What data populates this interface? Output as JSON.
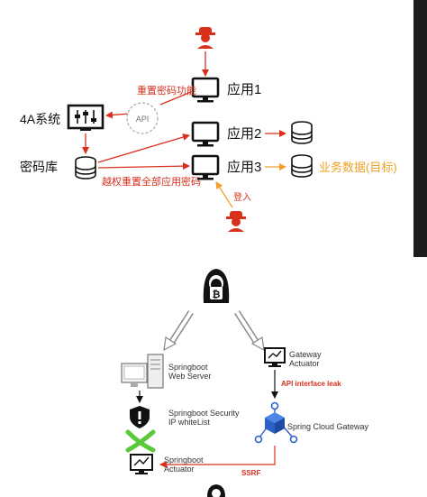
{
  "diagram_top": {
    "nodes": {
      "app1": "应用1",
      "app2": "应用2",
      "app3": "应用3",
      "sys4a": "4A系统",
      "pwdlib": "密码库",
      "business": "业务数据(目标)",
      "api": "API"
    },
    "edges": {
      "reset_fn": "重置密码功能",
      "overreach": "越权重置全部应用密码",
      "login": "登入"
    }
  },
  "diagram_bottom": {
    "nodes": {
      "web_server": "Springboot\nWeb Server",
      "security": "Springboot Security\nIP whiteList",
      "actuator_left": "Springboot\nActuator",
      "gateway_actuator": "Gateway\nActuator",
      "cloud_gateway": "Spring Cloud Gateway"
    },
    "edges": {
      "api_leak": "API interface leak",
      "ssrf": "SSRF"
    }
  },
  "colors": {
    "red": "#d9301c",
    "orange": "#f0a025",
    "black": "#111111",
    "blue": "#2c62c8",
    "green": "#5ac83a"
  }
}
